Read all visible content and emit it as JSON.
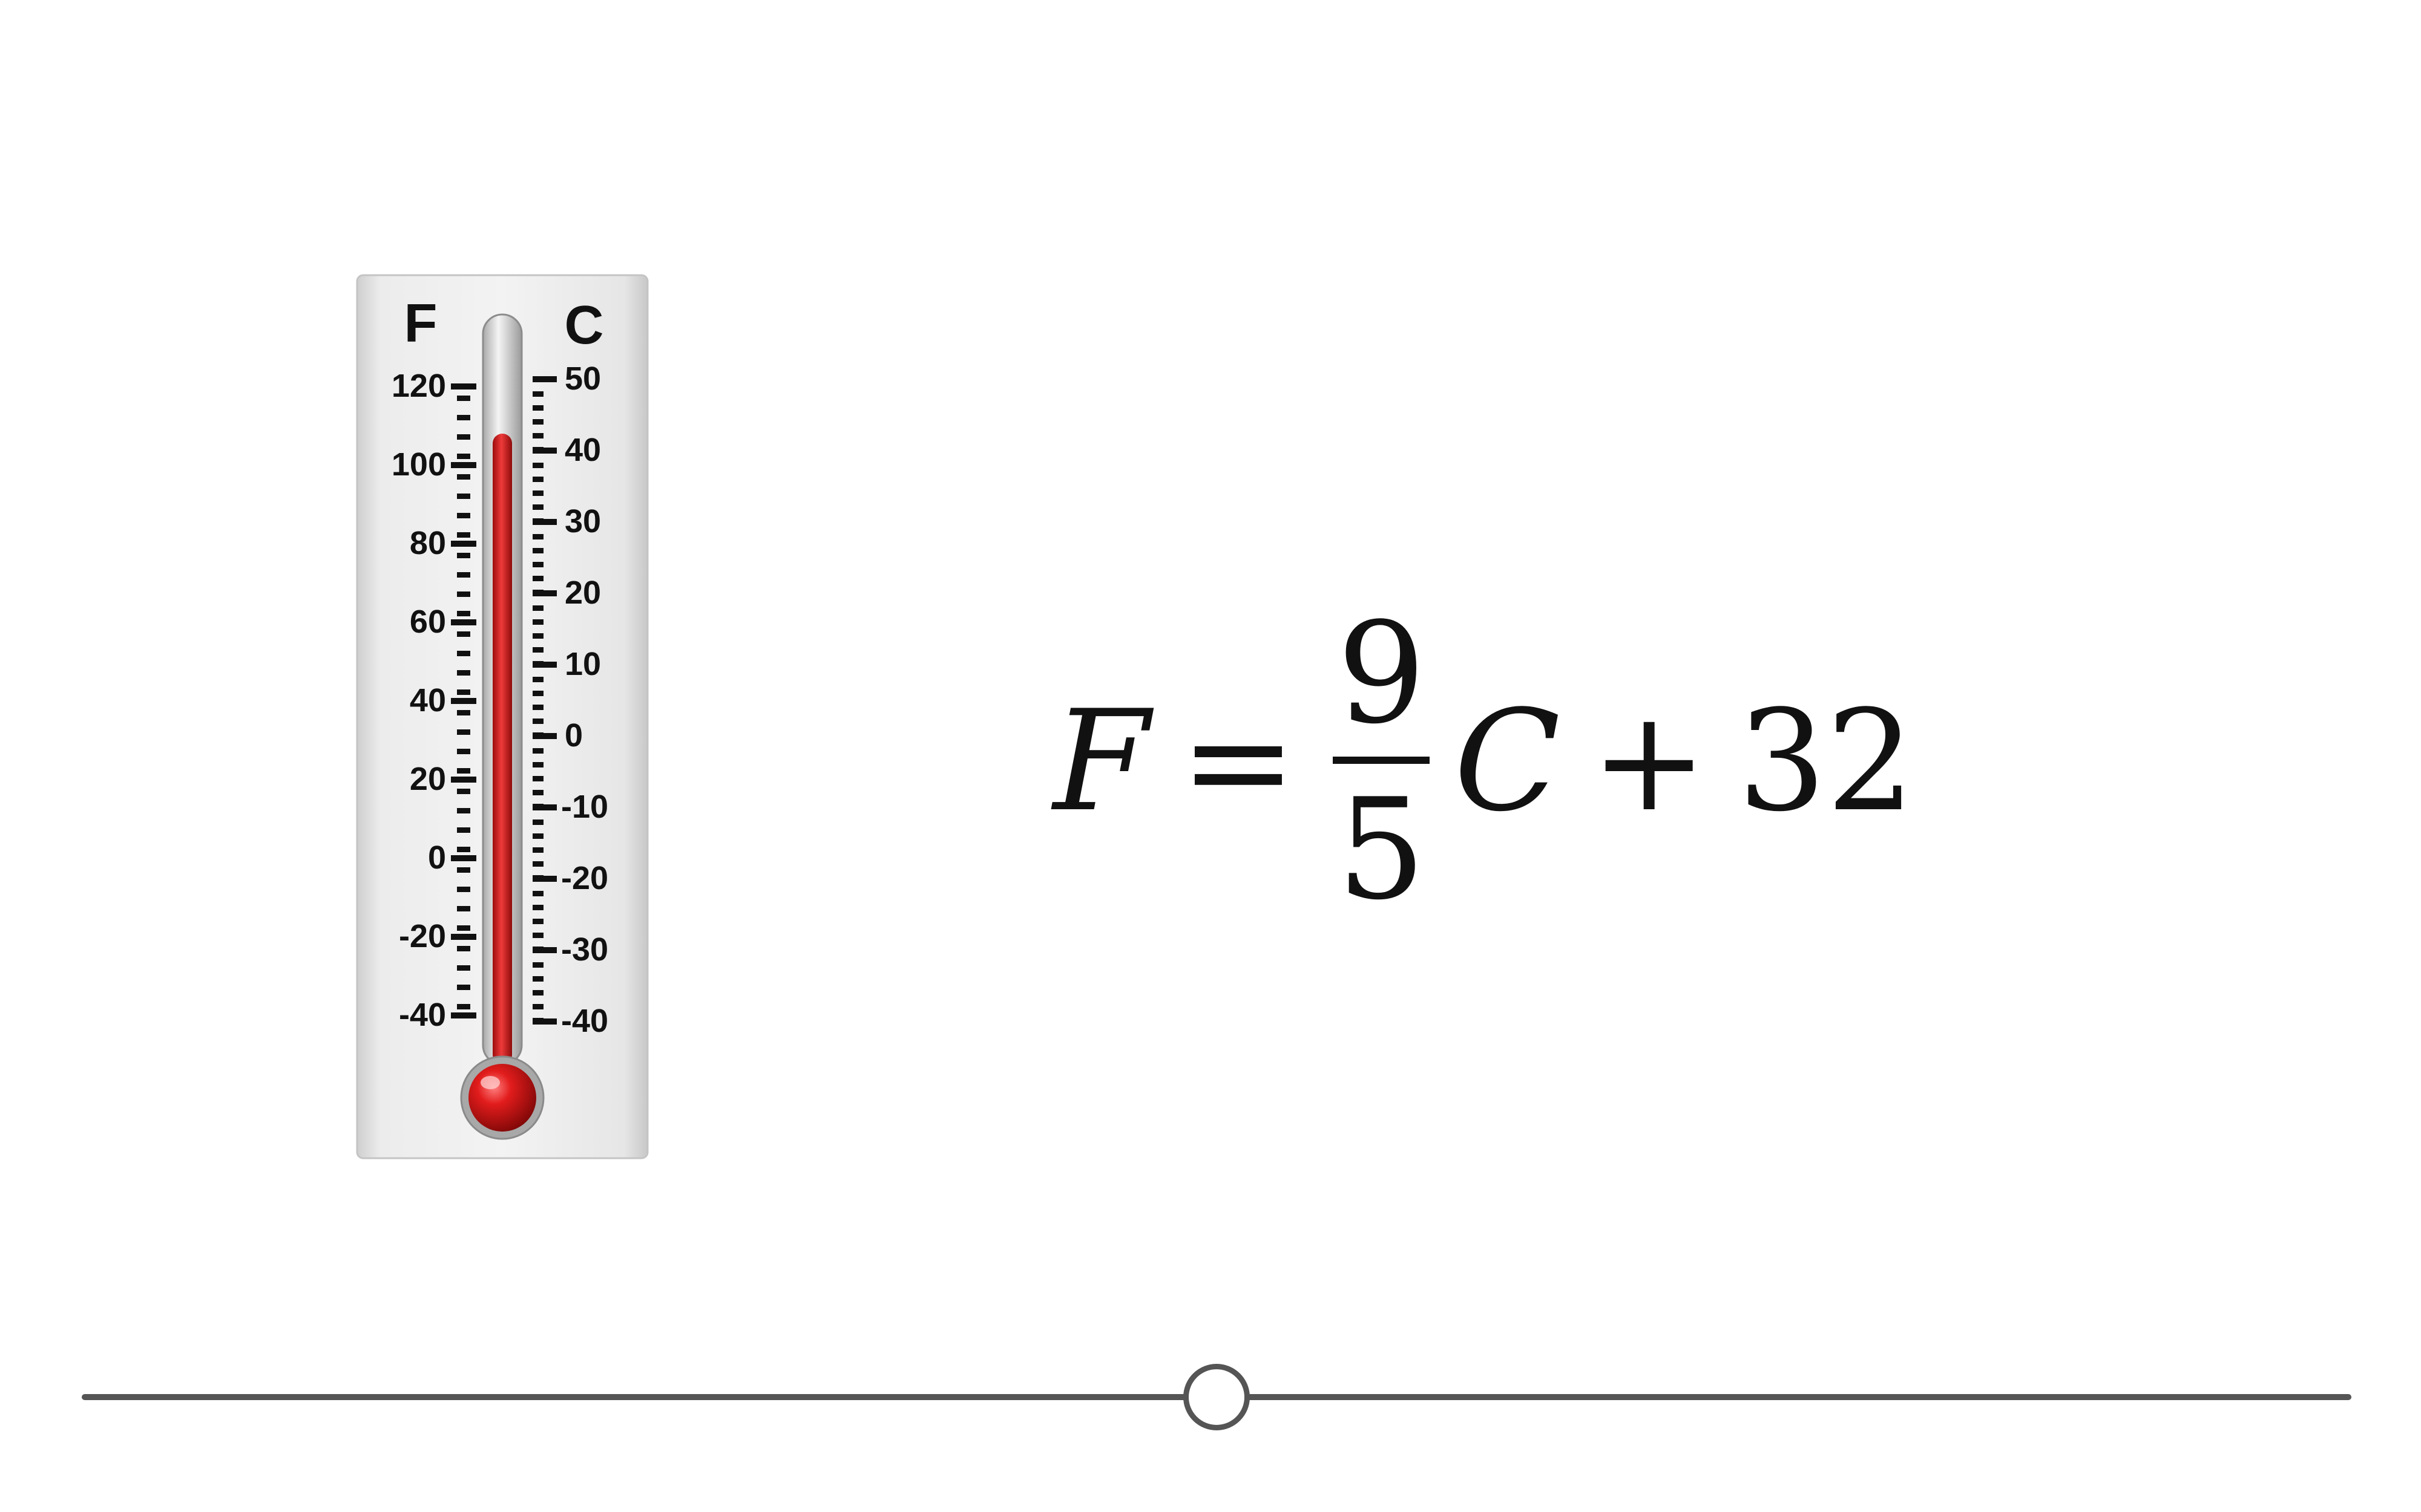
{
  "thermometer": {
    "fahrenheit_label": "F",
    "celsius_label": "C",
    "fahrenheit_ticks": [
      "120",
      "100",
      "80",
      "60",
      "40",
      "20",
      "0",
      "-20",
      "-40"
    ],
    "celsius_ticks": [
      "50",
      "40",
      "30",
      "20",
      "10",
      "0",
      "-10",
      "-20",
      "-30",
      "-40"
    ],
    "reading_fahrenheit": 108,
    "fluid_color": "#d81e1e"
  },
  "equation": {
    "lhs": "F",
    "equals": "=",
    "numerator": "9",
    "denominator": "5",
    "variable": "C",
    "plus": "+",
    "constant": "32"
  },
  "slider": {
    "position_fraction": 0.5,
    "color": "#555555"
  }
}
